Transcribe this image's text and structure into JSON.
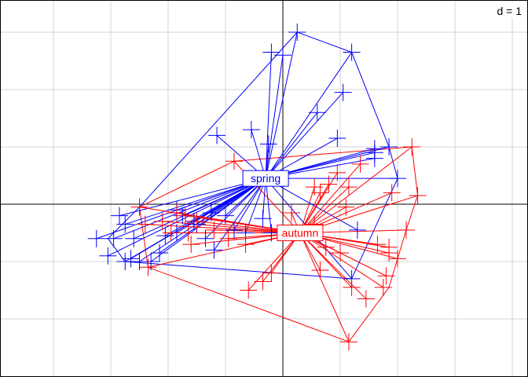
{
  "chart_data": {
    "type": "scatter",
    "title": "",
    "scale_label": "d = 1",
    "grid": true,
    "xlim": [
      -5,
      4.5
    ],
    "ylim": [
      -3.2,
      3.4
    ],
    "grid_step": 1,
    "groups": [
      {
        "name": "spring",
        "color": "#0000ff",
        "center": [
          -0.3,
          0.45
        ],
        "points": [
          [
            0.25,
            3.0
          ],
          [
            -0.2,
            2.65
          ],
          [
            0.0,
            2.6
          ],
          [
            1.2,
            2.65
          ],
          [
            1.05,
            1.95
          ],
          [
            0.6,
            1.6
          ],
          [
            0.95,
            1.15
          ],
          [
            -1.15,
            1.2
          ],
          [
            -0.55,
            1.3
          ],
          [
            -0.25,
            1.05
          ],
          [
            1.6,
            0.97
          ],
          [
            1.85,
            1.0
          ],
          [
            1.6,
            0.9
          ],
          [
            1.6,
            0.8
          ],
          [
            2.0,
            0.45
          ],
          [
            -2.6,
            -0.6
          ],
          [
            -2.95,
            -0.6
          ],
          [
            -2.75,
            -1.0
          ],
          [
            -3.05,
            -0.9
          ],
          [
            -2.5,
            -1.0
          ],
          [
            -2.15,
            -0.85
          ],
          [
            -2.05,
            -0.55
          ],
          [
            -1.85,
            -0.1
          ],
          [
            -1.75,
            -0.2
          ],
          [
            -1.55,
            -0.3
          ],
          [
            -1.25,
            -0.15
          ],
          [
            -1.0,
            -0.2
          ],
          [
            -0.85,
            -0.45
          ],
          [
            -0.65,
            -0.5
          ],
          [
            -0.35,
            -0.25
          ],
          [
            -0.2,
            -0.5
          ],
          [
            -1.2,
            -0.8
          ],
          [
            -1.85,
            -0.5
          ],
          [
            -1.35,
            -0.6
          ],
          [
            -2.3,
            -1.0
          ],
          [
            -1.5,
            -0.35
          ],
          [
            -2.75,
            -0.35
          ],
          [
            1.3,
            -0.45
          ],
          [
            1.2,
            -1.3
          ],
          [
            -2.65,
            -0.95
          ],
          [
            -3.25,
            -0.6
          ],
          [
            -2.85,
            -0.2
          ]
        ],
        "hull_order": [
          [
            0.25,
            3.0
          ],
          [
            1.2,
            2.65
          ],
          [
            1.85,
            1.0
          ],
          [
            2.0,
            0.45
          ],
          [
            1.2,
            -1.3
          ],
          [
            -2.75,
            -1.0
          ],
          [
            -3.05,
            -0.6
          ],
          [
            -2.5,
            -0.05
          ]
        ]
      },
      {
        "name": "autumn",
        "color": "#ff0000",
        "center": [
          0.3,
          -0.5
        ],
        "points": [
          [
            -0.85,
            0.75
          ],
          [
            -2.5,
            -0.05
          ],
          [
            -2.35,
            -1.1
          ],
          [
            2.25,
            1.0
          ],
          [
            2.35,
            0.15
          ],
          [
            2.15,
            -0.45
          ],
          [
            2.0,
            -0.95
          ],
          [
            1.85,
            -0.75
          ],
          [
            1.85,
            -0.85
          ],
          [
            1.75,
            -1.45
          ],
          [
            1.45,
            -1.65
          ],
          [
            1.2,
            -1.45
          ],
          [
            1.0,
            -0.85
          ],
          [
            0.75,
            -0.75
          ],
          [
            0.65,
            -1.15
          ],
          [
            0.55,
            0.3
          ],
          [
            0.65,
            0.2
          ],
          [
            0.8,
            0.35
          ],
          [
            0.95,
            0.55
          ],
          [
            1.15,
            0.3
          ],
          [
            1.1,
            -0.05
          ],
          [
            1.35,
            0.7
          ],
          [
            1.9,
            0.2
          ],
          [
            0.15,
            -0.15
          ],
          [
            -0.2,
            -1.2
          ],
          [
            -0.35,
            -1.35
          ],
          [
            -0.6,
            -1.5
          ],
          [
            -1.85,
            -0.15
          ],
          [
            -2.1,
            -0.3
          ],
          [
            -1.65,
            -0.5
          ],
          [
            -1.5,
            -0.3
          ],
          [
            -1.2,
            -0.45
          ],
          [
            -0.95,
            -0.6
          ],
          [
            -0.65,
            -0.7
          ],
          [
            -1.6,
            -0.7
          ],
          [
            -1.95,
            -0.5
          ],
          [
            -2.4,
            -0.35
          ],
          [
            1.15,
            -2.4
          ],
          [
            0.55,
            -0.35
          ],
          [
            -1.7,
            -0.2
          ],
          [
            1.65,
            -0.7
          ],
          [
            1.8,
            -1.25
          ]
        ],
        "hull_order": [
          [
            -0.85,
            0.75
          ],
          [
            2.25,
            1.0
          ],
          [
            2.35,
            0.15
          ],
          [
            2.15,
            -0.45
          ],
          [
            2.0,
            -0.95
          ],
          [
            1.85,
            -1.45
          ],
          [
            1.15,
            -2.4
          ],
          [
            -2.35,
            -1.1
          ],
          [
            -2.5,
            -0.05
          ]
        ]
      }
    ]
  }
}
